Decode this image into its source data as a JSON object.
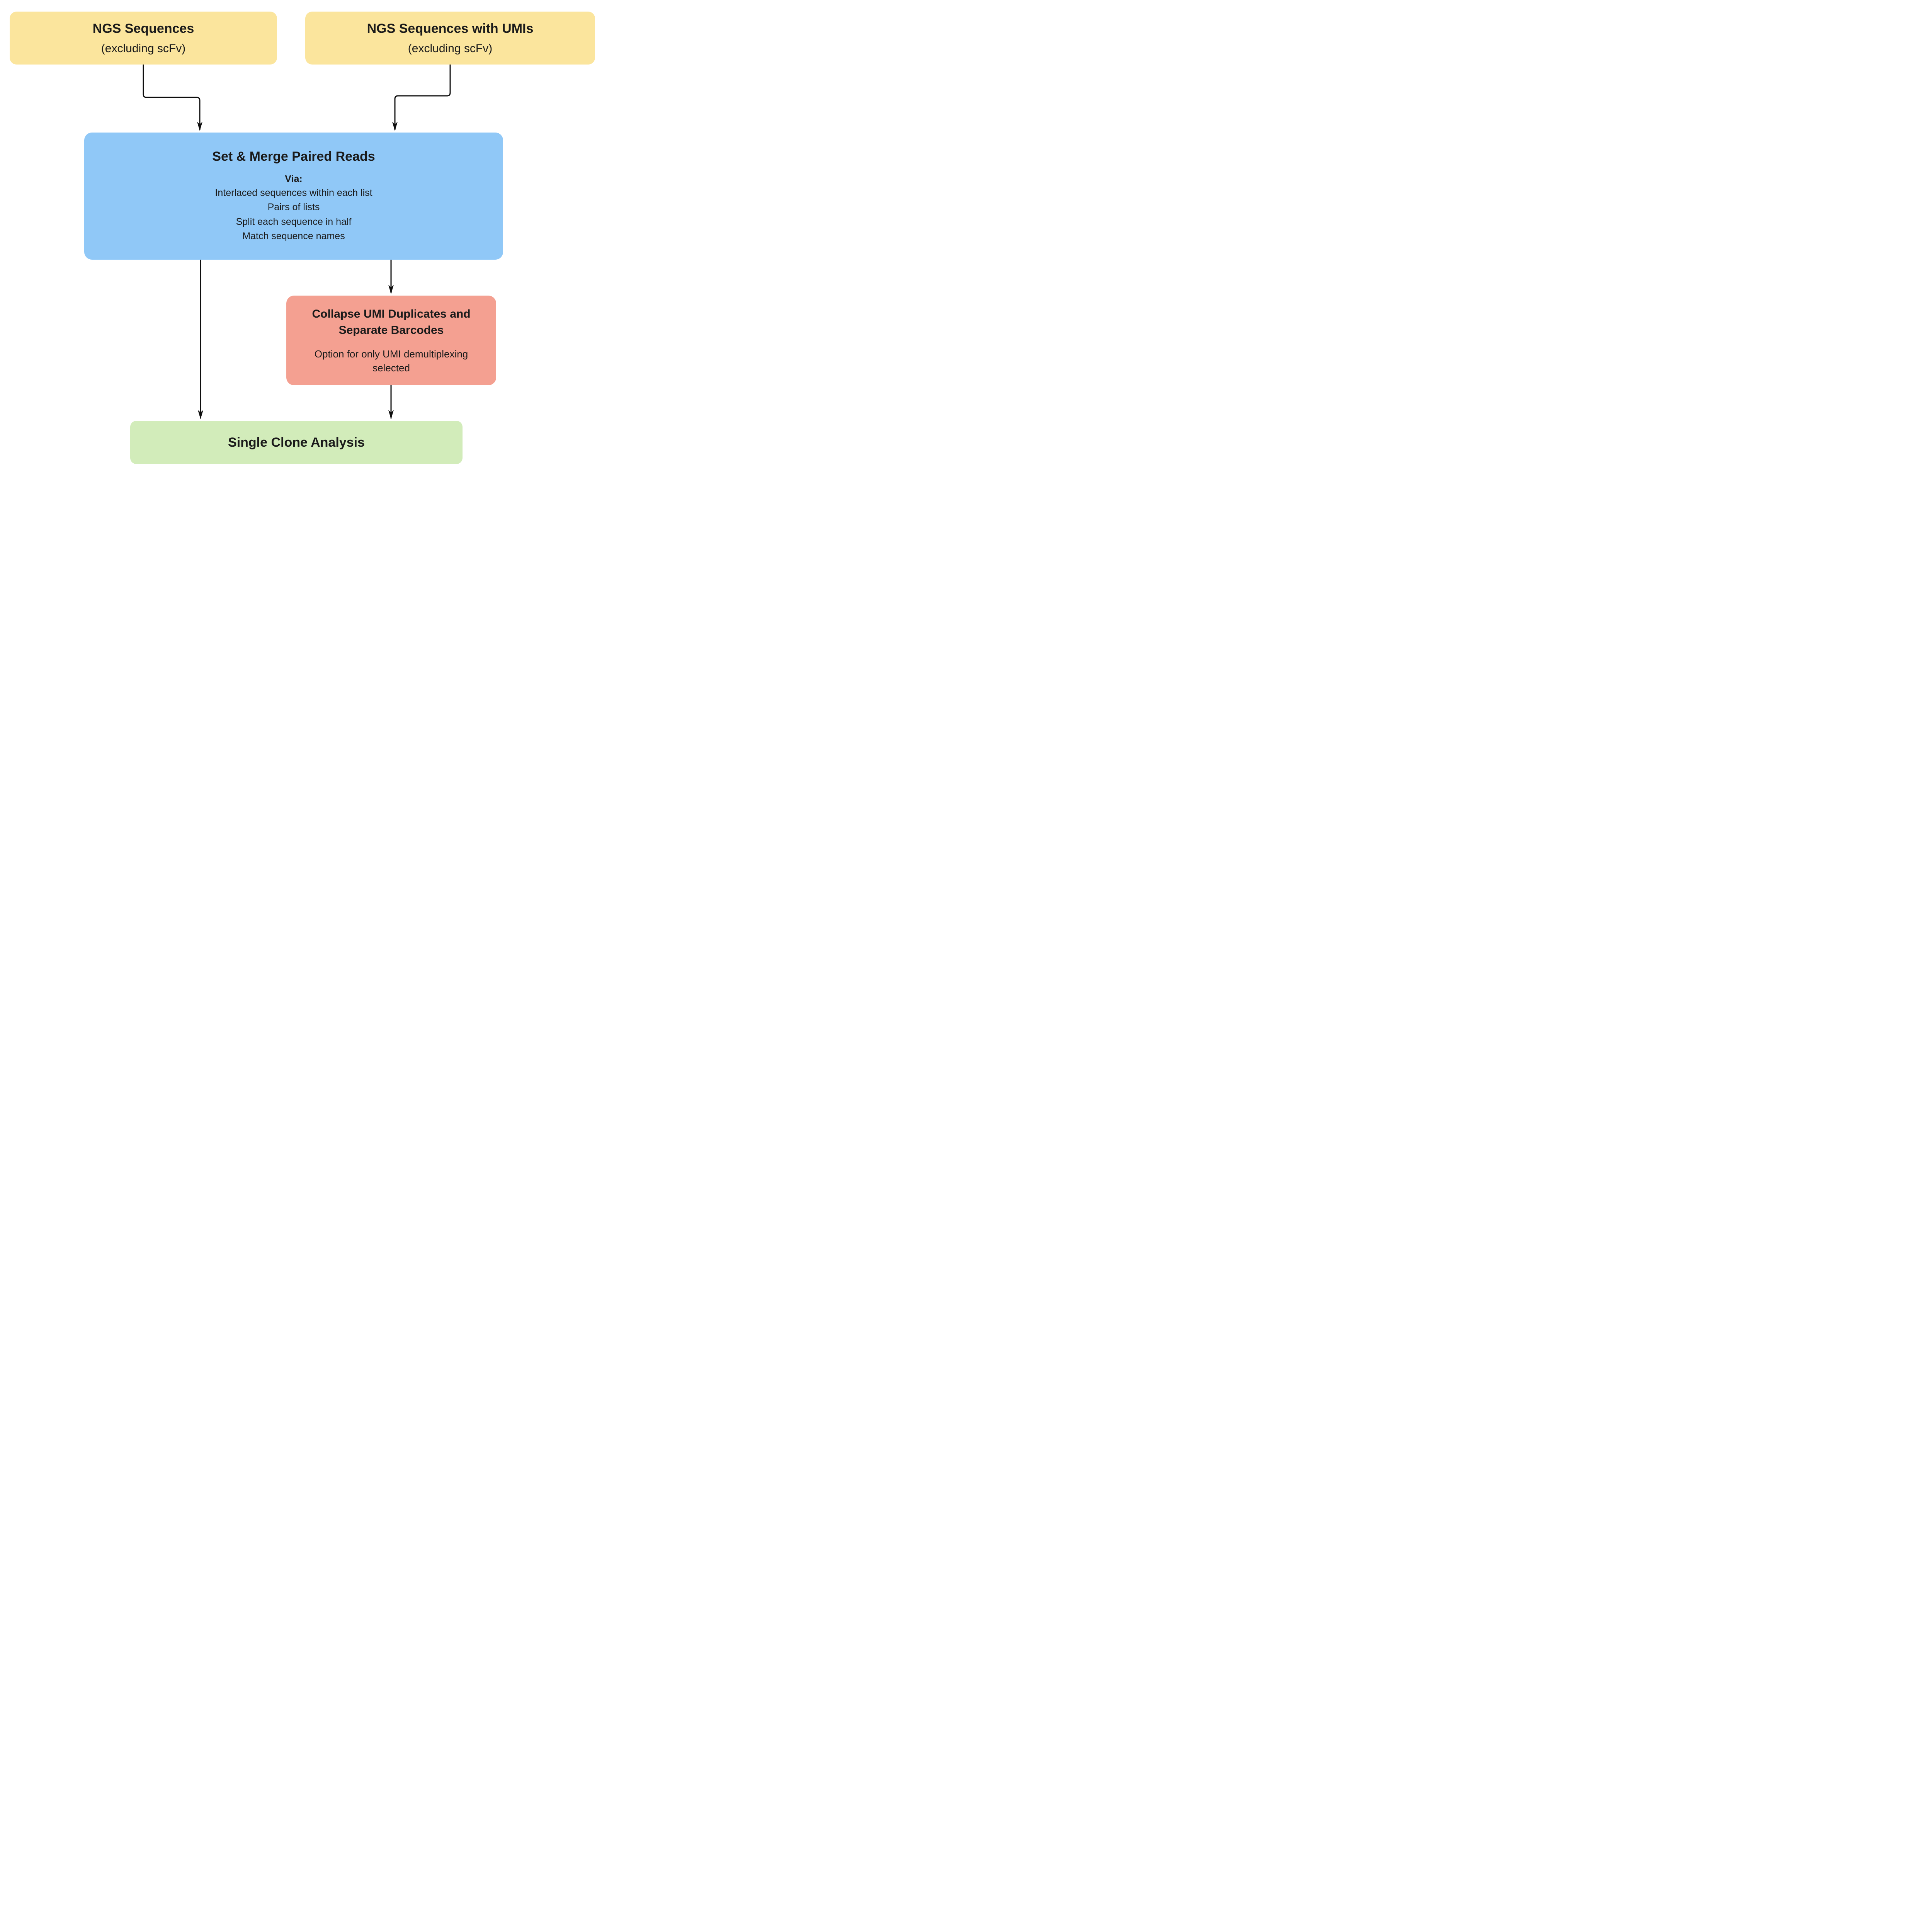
{
  "diagram": {
    "colors": {
      "node-yellow": "#FBE59D",
      "node-blue": "#90C8F7",
      "node-red": "#F4A091",
      "node-green": "#D2ECBA",
      "text": "#1B1B1B",
      "arrow": "#0E0E0E",
      "bg": "#FFFFFF"
    },
    "nodes": {
      "ngs": {
        "title": "NGS Sequences",
        "subtitle": "(excluding scFv)"
      },
      "ngs_umi": {
        "title": "NGS Sequences with UMIs",
        "subtitle": "(excluding scFv)"
      },
      "merge": {
        "title": "Set & Merge Paired Reads",
        "via_label": "Via:",
        "methods": [
          "Interlaced sequences within each list",
          "Pairs of lists",
          "Split each sequence in half",
          "Match sequence names"
        ]
      },
      "collapse": {
        "title": "Collapse UMI Duplicates and Separate Barcodes",
        "note": "Option for only UMI demultiplexing selected"
      },
      "single_clone": {
        "title": "Single Clone Analysis"
      }
    }
  }
}
